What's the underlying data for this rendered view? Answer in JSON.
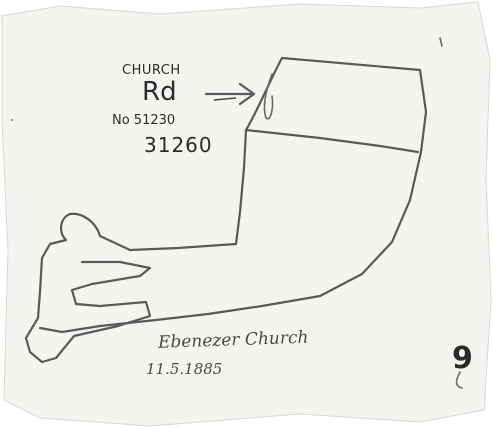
{
  "labels": {
    "road_word": "CHURCH",
    "road_abbrev": "Rd",
    "road_number_line": "No 51230",
    "road_number": "31260",
    "arrow_symbol": "→",
    "church_name": "Ebenezer Church",
    "church_date": "11.5.1885",
    "page_number": "9"
  },
  "colors": {
    "paper": "#f5f4f1",
    "pencil": "#5a5a5a",
    "ink": "#2b2b2b"
  }
}
